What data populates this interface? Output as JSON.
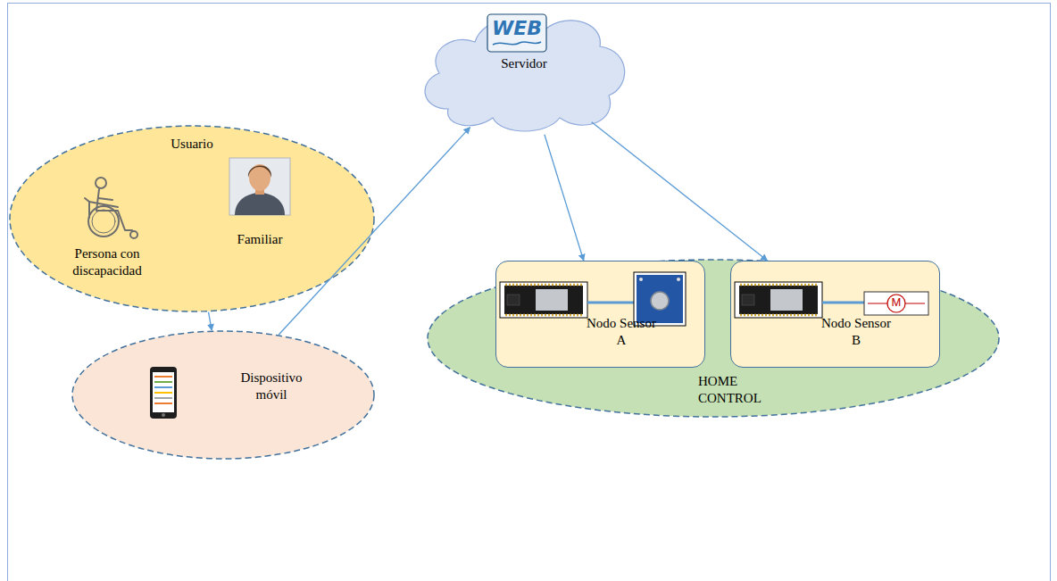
{
  "diagram": {
    "nodes": [
      {
        "text": [
          "Usuario"
        ]
      },
      {
        "text": [
          "Persona con discapacidad"
        ],
        "in": 0
      },
      {
        "text": [
          "Familiar"
        ],
        "in": 0
      },
      {
        "text": [
          "Dispositivo móvil"
        ]
      },
      {
        "text": [
          "Servidor"
        ]
      },
      {
        "text": [
          "HOME CONTROL"
        ]
      },
      {
        "text": [
          "Nodo Sensor A"
        ],
        "in": 5
      },
      {
        "text": [
          "Nodo Sensor B"
        ],
        "in": 5
      }
    ],
    "edges": [
      {
        "from": 0,
        "to": 3,
        "arrow": "to"
      },
      {
        "from": 3,
        "to": 4,
        "arrow": "to"
      },
      {
        "from": 4,
        "to": 6,
        "arrow": "to"
      },
      {
        "from": 4,
        "to": 7,
        "arrow": "to"
      }
    ],
    "labels": [
      "WEB",
      "M"
    ]
  }
}
